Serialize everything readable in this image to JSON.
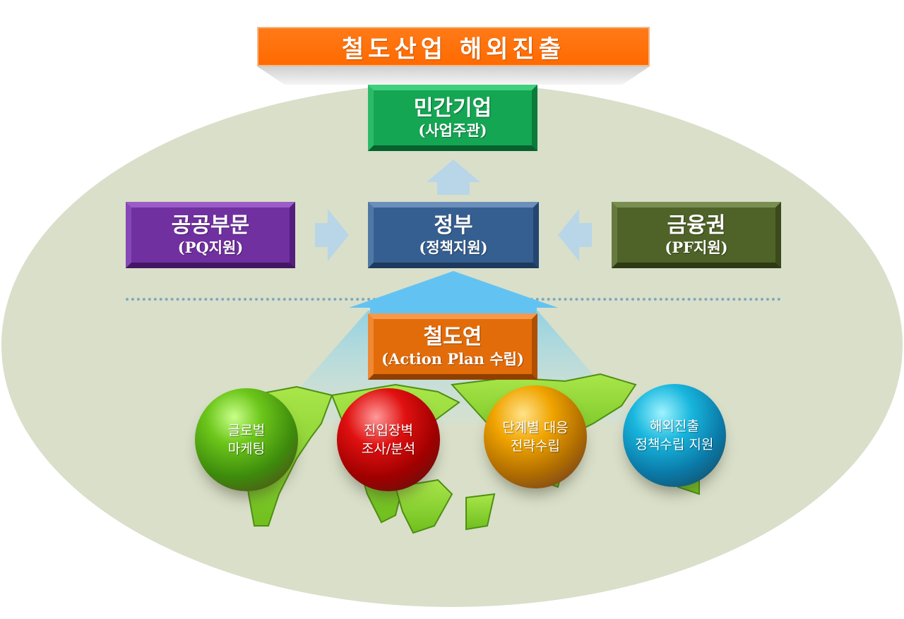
{
  "title": "철도산업 해외진출",
  "private": {
    "main": "민간기업",
    "sub": "(사업주관)"
  },
  "public": {
    "main": "공공부문",
    "sub": "(PQ지원)"
  },
  "government": {
    "main": "정부",
    "sub": "(정책지원)"
  },
  "finance": {
    "main": "금융권",
    "sub": "(PF지원)"
  },
  "krri": {
    "main": "철도연",
    "sub": "(Action Plan 수립)"
  },
  "spheres": [
    {
      "line1": "글로벌",
      "line2": "마케팅"
    },
    {
      "line1": "진입장벽",
      "line2": "조사/분석"
    },
    {
      "line1": "단계별 대응",
      "line2": "전략수립"
    },
    {
      "line1": "해외진출",
      "line2": "정책수립 지원"
    }
  ],
  "colors": {
    "title": "#ff6a00",
    "private": "#14a653",
    "public": "#7030a0",
    "government": "#365f91",
    "finance": "#4f6228",
    "krri": "#e36c0a",
    "arrow": "#b8d6e8",
    "background": "#d9dfc9"
  }
}
